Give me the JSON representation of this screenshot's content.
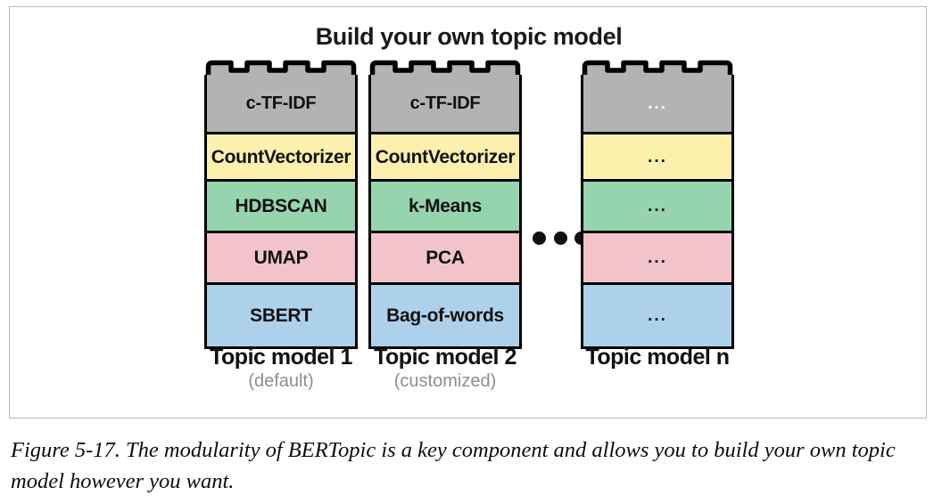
{
  "figure": {
    "title": "Build your own topic model",
    "caption": "Figure 5-17. The modularity of BERTopic is a key component and allows you to build your own topic model however you want.",
    "colors": {
      "representation": "#B3B3B3",
      "vectorizer": "#FBF0AC",
      "clustering": "#96D4AE",
      "dimensionality_reduction": "#F2C3CB",
      "embedding": "#ADD1EB",
      "outline": "#000000",
      "frame": "#B9B9BB",
      "subtitle_text": "#8D8D8D"
    }
  },
  "towers": [
    {
      "id": "topic-model-1",
      "name": "Topic model 1",
      "subtitle": "(default)",
      "blocks": [
        {
          "layer": "representation",
          "label": "c-TF-IDF"
        },
        {
          "layer": "vectorizer",
          "label": "CountVectorizer"
        },
        {
          "layer": "clustering",
          "label": "HDBSCAN"
        },
        {
          "layer": "dimensionality-reduction",
          "label": "UMAP"
        },
        {
          "layer": "embedding",
          "label": "SBERT"
        }
      ]
    },
    {
      "id": "topic-model-2",
      "name": "Topic model 2",
      "subtitle": "(customized)",
      "blocks": [
        {
          "layer": "representation",
          "label": "c-TF-IDF"
        },
        {
          "layer": "vectorizer",
          "label": "CountVectorizer"
        },
        {
          "layer": "clustering",
          "label": "k-Means"
        },
        {
          "layer": "dimensionality-reduction",
          "label": "PCA"
        },
        {
          "layer": "embedding",
          "label": "Bag-of-words"
        }
      ]
    },
    {
      "id": "topic-model-n",
      "name": "Topic model n",
      "subtitle": "",
      "blocks": [
        {
          "layer": "representation",
          "label": "..."
        },
        {
          "layer": "vectorizer",
          "label": "..."
        },
        {
          "layer": "clustering",
          "label": "..."
        },
        {
          "layer": "dimensionality-reduction",
          "label": "..."
        },
        {
          "layer": "embedding",
          "label": "..."
        }
      ]
    }
  ],
  "separator": {
    "name": "horizontal-ellipsis",
    "dots": 3
  }
}
